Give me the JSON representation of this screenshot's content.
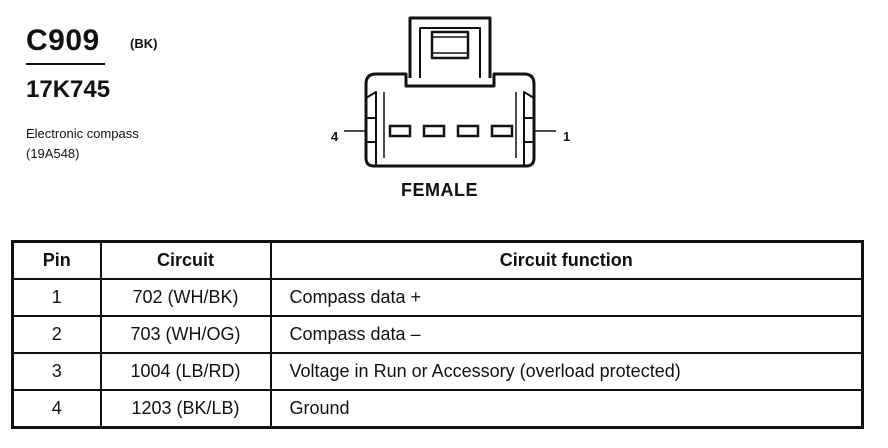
{
  "header": {
    "connector_id": "C909",
    "connector_color": "(BK)",
    "part_number": "17K745",
    "component_name": "Electronic compass",
    "component_code": "(19A548)"
  },
  "connector_view": {
    "pin_left_label": "4",
    "pin_right_label": "1",
    "gender": "FEMALE",
    "cavity_count": 4
  },
  "pin_table": {
    "headers": {
      "pin": "Pin",
      "circuit": "Circuit",
      "function": "Circuit function"
    },
    "rows": [
      {
        "pin": "1",
        "circuit": "702 (WH/BK)",
        "function": "Compass data +"
      },
      {
        "pin": "2",
        "circuit": "703 (WH/OG)",
        "function": "Compass data –"
      },
      {
        "pin": "3",
        "circuit": "1004 (LB/RD)",
        "function": "Voltage in Run or Accessory (overload protected)"
      },
      {
        "pin": "4",
        "circuit": "1203 (BK/LB)",
        "function": "Ground"
      }
    ]
  }
}
